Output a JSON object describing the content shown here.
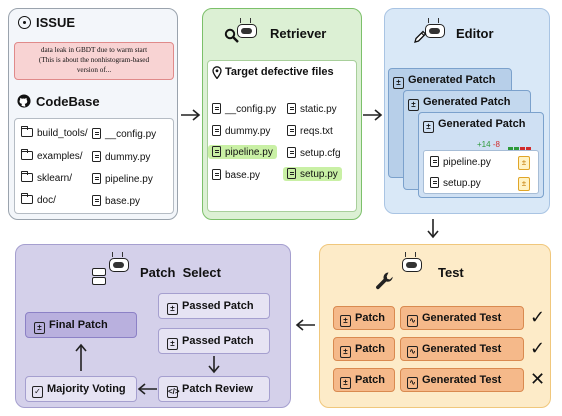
{
  "issue": {
    "title": "ISSUE",
    "text_line1": "data leak in GBDT due to warm start",
    "text_line2": "(This is about the nonhistogram-based",
    "text_line3": "version of..."
  },
  "codebase": {
    "title": "CodeBase",
    "folders": [
      "build_tools/",
      "examples/",
      "sklearn/",
      "doc/"
    ],
    "files": [
      "__config.py",
      "dummy.py",
      "pipeline.py",
      "base.py"
    ]
  },
  "retriever": {
    "title": "Retriever",
    "subtitle": "Target defective files",
    "files_left": [
      "__config.py",
      "dummy.py",
      "pipeline.py",
      "base.py"
    ],
    "files_right": [
      "static.py",
      "reqs.txt",
      "setup.cfg",
      "setup.py"
    ]
  },
  "editor": {
    "title": "Editor",
    "patch_label": "Generated Patch",
    "plus": "+14",
    "minus": "-8",
    "files": [
      "pipeline.py",
      "setup.py"
    ]
  },
  "test": {
    "title": "Test",
    "patch_label": "Patch",
    "test_label": "Generated Test",
    "results": [
      "✓",
      "✓",
      "✕"
    ]
  },
  "patch_select": {
    "title": "Patch  Select",
    "final_patch": "Final Patch",
    "passed_patch": "Passed Patch",
    "patch_review": "Patch Review",
    "majority_voting": "Majority Voting"
  },
  "colors": {
    "issue_bg": "#f3f6fa",
    "issue_text_bg": "#f8d3d3",
    "retriever_bg": "#dcf0d4",
    "editor_bg": "#d9e8f7",
    "test_bg": "#fdebc8",
    "select_bg": "#d4d0ea",
    "highlight": "#c9f0a5",
    "patch_orange": "#f5b98a"
  }
}
